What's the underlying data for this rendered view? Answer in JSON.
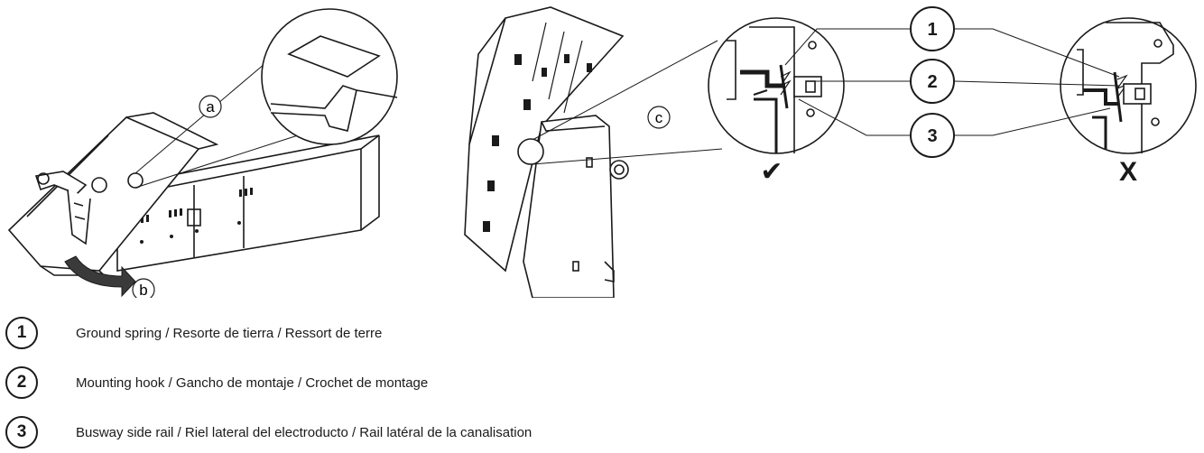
{
  "figure": {
    "labels": {
      "a": "a",
      "b": "b",
      "c": "c"
    },
    "callouts": [
      "1",
      "2",
      "3"
    ],
    "correct_mark": "✔",
    "incorrect_mark": "X"
  },
  "legend": [
    {
      "number": "1",
      "text": "Ground spring / Resorte de tierra / Ressort de terre"
    },
    {
      "number": "2",
      "text": "Mounting hook / Gancho de montaje / Crochet de montage"
    },
    {
      "number": "3",
      "text": "Busway side rail / Riel lateral del electroducto / Rail latéral de la canalisation"
    }
  ]
}
